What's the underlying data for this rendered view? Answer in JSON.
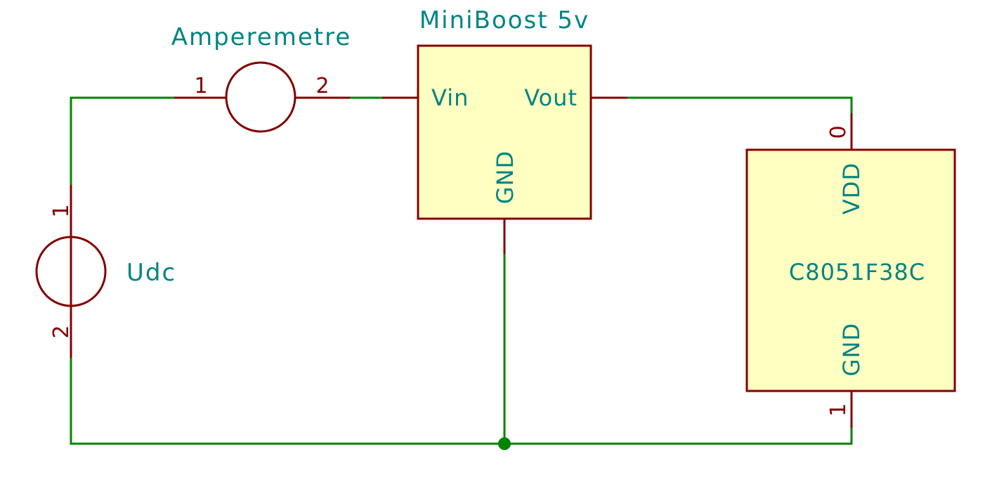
{
  "colors": {
    "wire": "#008400",
    "pin": "#840000",
    "text": "#008484",
    "component_fill": "#FFFFC2",
    "background": "#FFFFFF"
  },
  "components": {
    "ammeter": {
      "reference": "Amperemetre",
      "pin_left_number": "1",
      "pin_right_number": "2"
    },
    "source": {
      "reference": "Udc",
      "pin_top_number": "1",
      "pin_bottom_number": "2"
    },
    "boost": {
      "reference": "MiniBoost 5v",
      "pin_vin": "Vin",
      "pin_vout": "Vout",
      "pin_gnd": "GND"
    },
    "mcu": {
      "reference": "C8051F38C",
      "pin_vdd": "VDD",
      "pin_gnd": "GND",
      "pin_vdd_number": "0",
      "pin_gnd_number": "1"
    }
  }
}
